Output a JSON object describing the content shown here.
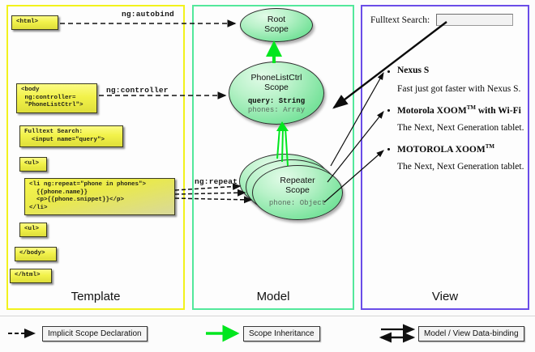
{
  "panels": {
    "template": {
      "label": "Template",
      "border_color": "#f2f21c",
      "boxes": [
        {
          "name": "html-open",
          "text": "<html>"
        },
        {
          "name": "body-open",
          "text": "<body\n ng:controller=\n \"PhoneListCtrl\">"
        },
        {
          "name": "fulltext-search",
          "text": "Fulltext Search:\n  <input name=\"query\">"
        },
        {
          "name": "ul-open",
          "text": "<ul>"
        },
        {
          "name": "li-repeat",
          "text": "<li ng:repeat=\"phone in phones\">\n  {{phone.name}}\n  <p>{{phone.snippet}}</p>\n</li>"
        },
        {
          "name": "ul-close",
          "text": "<ul>"
        },
        {
          "name": "body-close",
          "text": "</body>"
        },
        {
          "name": "html-close",
          "text": "</html>"
        }
      ]
    },
    "model": {
      "label": "Model",
      "border_color": "#53e89b",
      "scopes": [
        {
          "name": "root-scope",
          "title": "Root\nScope",
          "props": []
        },
        {
          "name": "phonelistctrl-scope",
          "title": "PhoneListCtrl\nScope",
          "props": [
            {
              "text": "query: String",
              "emphasis": "bold"
            },
            {
              "text": "phones: Array",
              "emphasis": "dim"
            }
          ]
        },
        {
          "name": "repeater-scope",
          "title": "Repeater\nScope",
          "props": [
            {
              "text": "phone: Object",
              "emphasis": "dim"
            }
          ]
        }
      ]
    },
    "view": {
      "label": "View",
      "border_color": "#6a4de8",
      "search_label": "Fulltext Search:",
      "search_value": "",
      "items": [
        {
          "title": "Nexus S",
          "trademark": false,
          "snippet": "Fast just got faster with Nexus S."
        },
        {
          "title": "Motorola XOOM",
          "trademark": true,
          "suffix": " with Wi-Fi",
          "snippet": "The Next, Next Generation tablet."
        },
        {
          "title": "MOTOROLA XOOM",
          "trademark": true,
          "suffix": "",
          "snippet": "The Next, Next Generation tablet."
        }
      ]
    }
  },
  "connectors": [
    {
      "name": "ng-autobind",
      "label": "ng:autobind"
    },
    {
      "name": "ng-controller",
      "label": "ng:controller"
    },
    {
      "name": "ng-repeat",
      "label": "ng:repeat"
    }
  ],
  "legend": {
    "items": [
      {
        "name": "implicit-scope-declaration",
        "label": "Implicit Scope Declaration",
        "style": "dashed-arrow",
        "color": "#111111"
      },
      {
        "name": "scope-inheritance",
        "label": "Scope Inheritance",
        "style": "solid-green-arrow",
        "color": "#00e61e"
      },
      {
        "name": "model-view-data-binding",
        "label": "Model / View Data-binding",
        "style": "double-arrow",
        "color": "#111111"
      }
    ]
  },
  "colors": {
    "template_border": "#f2f21c",
    "model_border": "#53e89b",
    "view_border": "#6a4de8",
    "inheritance_green": "#00e61e",
    "code_yellow": "#f2f24a",
    "scope_green": "#79e39c"
  }
}
